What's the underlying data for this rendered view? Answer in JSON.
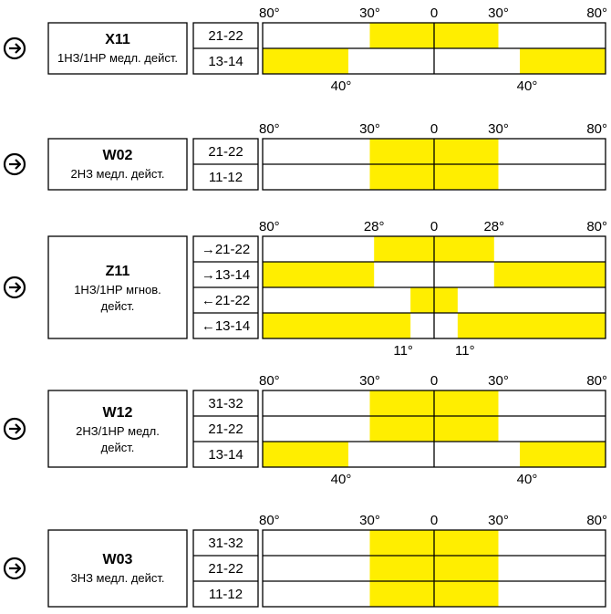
{
  "icon_name": "arrow-circle-right-icon",
  "colors": {
    "closed": "#FFEE00",
    "line": "#000000",
    "background": "#FFFFFF"
  },
  "axis": {
    "max_deg": 80
  },
  "switches": [
    {
      "id": "x11",
      "title": "X11",
      "desc": [
        "1НЗ/1НР медл. дейст."
      ],
      "top_labels": [
        {
          "deg": -80,
          "text": "80°"
        },
        {
          "deg": -30,
          "text": "30°"
        },
        {
          "deg": 0,
          "text": "0"
        },
        {
          "deg": 30,
          "text": "30°"
        },
        {
          "deg": 80,
          "text": "80°"
        }
      ],
      "bottom_labels": [
        {
          "deg": -40,
          "text": "40°"
        },
        {
          "deg": 40,
          "text": "40°"
        }
      ],
      "contacts": [
        {
          "label": "21-22",
          "closed": [
            [
              -30,
              30
            ]
          ]
        },
        {
          "label": "13-14",
          "closed": [
            [
              -80,
              -40
            ],
            [
              40,
              80
            ]
          ]
        }
      ]
    },
    {
      "id": "w02",
      "title": "W02",
      "desc": [
        "2НЗ медл. дейст."
      ],
      "top_labels": [
        {
          "deg": -80,
          "text": "80°"
        },
        {
          "deg": -30,
          "text": "30°"
        },
        {
          "deg": 0,
          "text": "0"
        },
        {
          "deg": 30,
          "text": "30°"
        },
        {
          "deg": 80,
          "text": "80°"
        }
      ],
      "bottom_labels": [],
      "contacts": [
        {
          "label": "21-22",
          "closed": [
            [
              -30,
              30
            ]
          ]
        },
        {
          "label": "11-12",
          "closed": [
            [
              -30,
              30
            ]
          ]
        }
      ]
    },
    {
      "id": "z11",
      "title": "Z11",
      "desc": [
        "1НЗ/1НР мгнов.",
        "дейст."
      ],
      "top_labels": [
        {
          "deg": -80,
          "text": "80°"
        },
        {
          "deg": -28,
          "text": "28°"
        },
        {
          "deg": 0,
          "text": "0"
        },
        {
          "deg": 28,
          "text": "28°"
        },
        {
          "deg": 80,
          "text": "80°"
        }
      ],
      "bottom_labels": [
        {
          "deg": -11,
          "text": "11°"
        },
        {
          "deg": 11,
          "text": "11°"
        }
      ],
      "contacts": [
        {
          "label": "→21-22",
          "closed": [
            [
              -28,
              28
            ]
          ]
        },
        {
          "label": "→13-14",
          "closed": [
            [
              -80,
              -28
            ],
            [
              28,
              80
            ]
          ]
        },
        {
          "label": "←21-22",
          "closed": [
            [
              -11,
              11
            ]
          ]
        },
        {
          "label": "←13-14",
          "closed": [
            [
              -80,
              -11
            ],
            [
              11,
              80
            ]
          ]
        }
      ]
    },
    {
      "id": "w12",
      "title": "W12",
      "desc": [
        "2НЗ/1НР медл.",
        "дейст."
      ],
      "top_labels": [
        {
          "deg": -80,
          "text": "80°"
        },
        {
          "deg": -30,
          "text": "30°"
        },
        {
          "deg": 0,
          "text": "0"
        },
        {
          "deg": 30,
          "text": "30°"
        },
        {
          "deg": 80,
          "text": "80°"
        }
      ],
      "bottom_labels": [
        {
          "deg": -40,
          "text": "40°"
        },
        {
          "deg": 40,
          "text": "40°"
        }
      ],
      "contacts": [
        {
          "label": "31-32",
          "closed": [
            [
              -30,
              30
            ]
          ]
        },
        {
          "label": "21-22",
          "closed": [
            [
              -30,
              30
            ]
          ]
        },
        {
          "label": "13-14",
          "closed": [
            [
              -80,
              -40
            ],
            [
              40,
              80
            ]
          ]
        }
      ]
    },
    {
      "id": "w03",
      "title": "W03",
      "desc": [
        "3НЗ медл. дейст."
      ],
      "top_labels": [
        {
          "deg": -80,
          "text": "80°"
        },
        {
          "deg": -30,
          "text": "30°"
        },
        {
          "deg": 0,
          "text": "0"
        },
        {
          "deg": 30,
          "text": "30°"
        },
        {
          "deg": 80,
          "text": "80°"
        }
      ],
      "bottom_labels": [],
      "contacts": [
        {
          "label": "31-32",
          "closed": [
            [
              -30,
              30
            ]
          ]
        },
        {
          "label": "21-22",
          "closed": [
            [
              -30,
              30
            ]
          ]
        },
        {
          "label": "11-12",
          "closed": [
            [
              -30,
              30
            ]
          ]
        }
      ]
    }
  ]
}
